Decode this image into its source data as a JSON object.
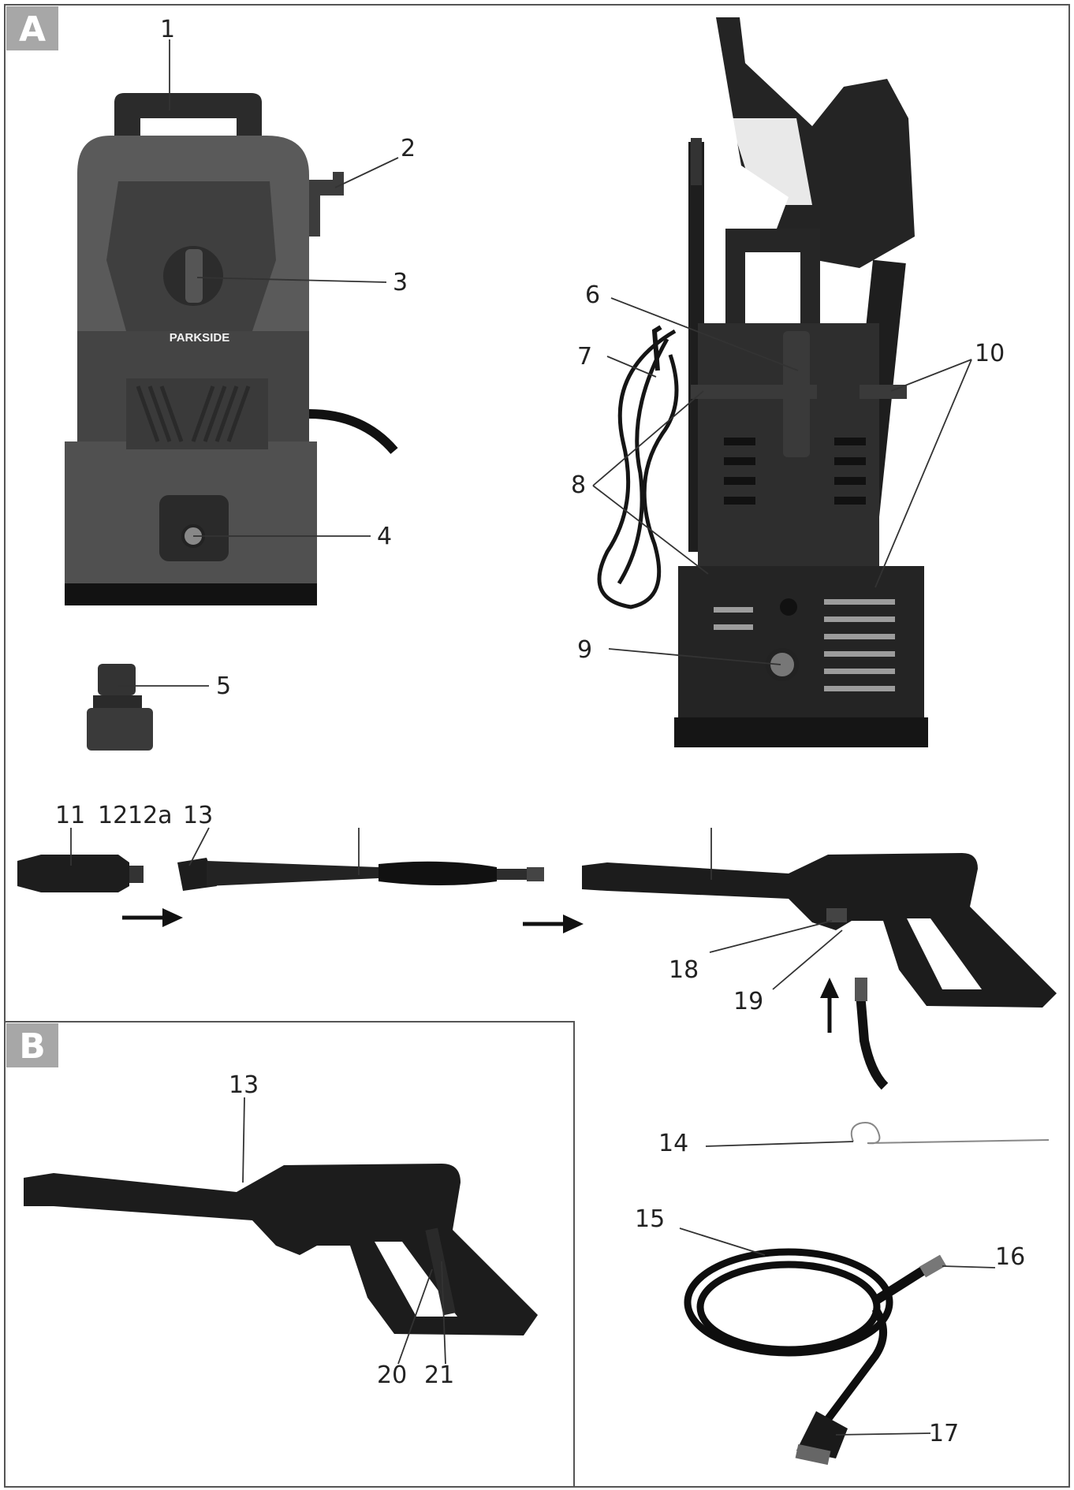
{
  "sections": {
    "a": "A",
    "b": "B"
  },
  "brand": "PARKSIDE",
  "colors": {
    "frame": "#555555",
    "tag": "#a7a7a7",
    "dark": "#1d1d1d",
    "body": "#454545",
    "hose": "#0e0e0e"
  },
  "labels": {
    "n1": "1",
    "n2": "2",
    "n3": "3",
    "n4": "4",
    "n5": "5",
    "n6": "6",
    "n7": "7",
    "n8": "8",
    "n9": "9",
    "n10": "10",
    "n11": "11",
    "n12": "12",
    "n12a": "12a",
    "n13": "13",
    "n14": "14",
    "n15": "15",
    "n16": "16",
    "n17": "17",
    "n18": "18",
    "n19": "19",
    "n20": "20",
    "n21": "21",
    "b13": "13"
  }
}
